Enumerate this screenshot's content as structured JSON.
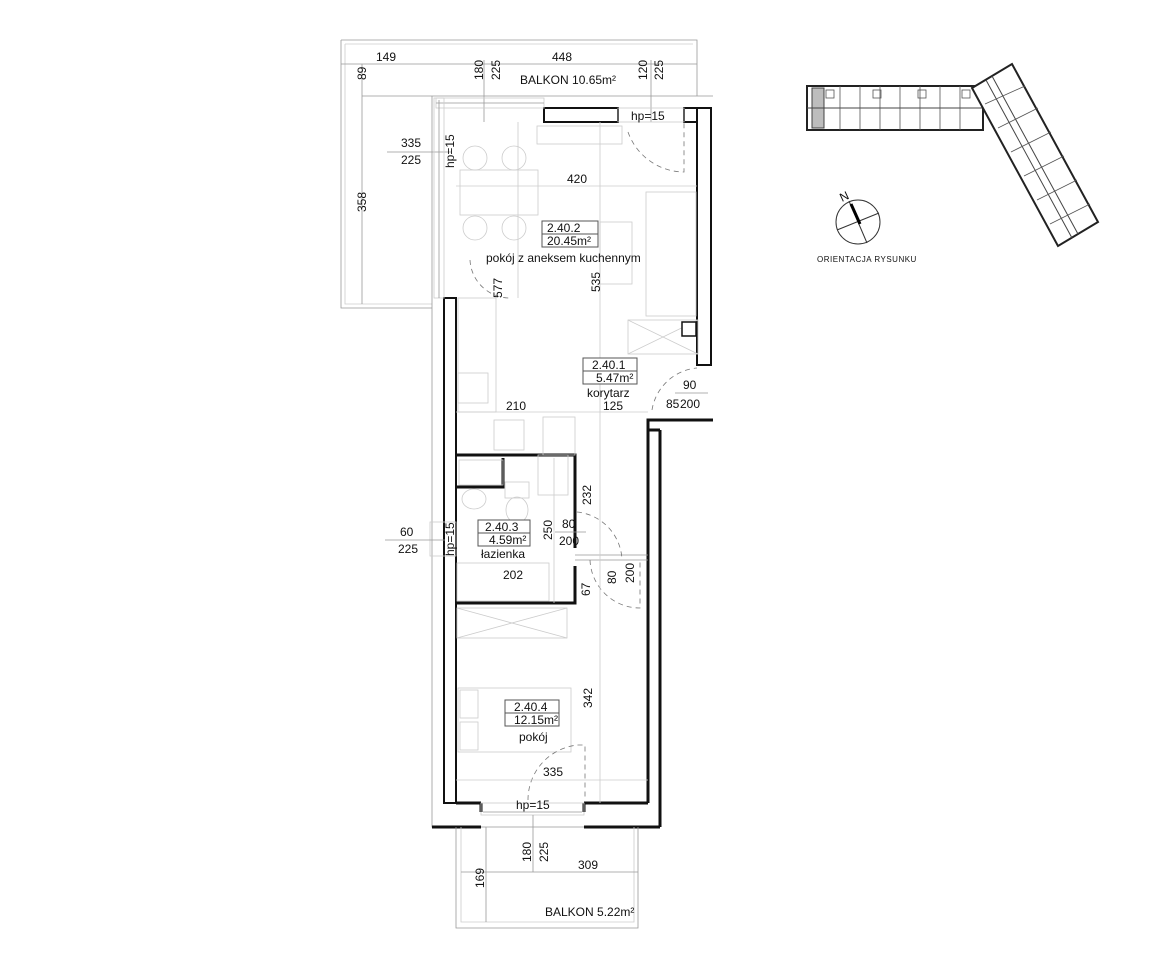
{
  "balcony_top": {
    "label": "BALKON 10.65m²",
    "dims": [
      "149",
      "448",
      "89",
      "180",
      "225",
      "120",
      "225",
      "335",
      "225",
      "358"
    ],
    "window_hp": "hp=15"
  },
  "top_window_hp": "hp=15",
  "rooms": [
    {
      "id": "2.40.2",
      "area": "20.45m²",
      "name": "pokój z aneksem kuchennym",
      "dims": [
        "420",
        "577",
        "535"
      ]
    },
    {
      "id": "2.40.1",
      "area": "5.47m²",
      "name": "korytarz",
      "dims": [
        "125",
        "210",
        "90",
        "200",
        "85"
      ]
    },
    {
      "id": "2.40.3",
      "area": "4.59m²",
      "name": "łazienka",
      "dims": [
        "232",
        "250",
        "80",
        "200",
        "202",
        "67",
        "80",
        "200",
        "60",
        "225"
      ],
      "window_hp": "hp=15"
    },
    {
      "id": "2.40.4",
      "area": "12.15m²",
      "name": "pokój",
      "dims": [
        "342",
        "335"
      ],
      "window_hp": "hp=15"
    }
  ],
  "balcony_bottom": {
    "label": "BALKON 5.22m²",
    "dims": [
      "180",
      "225",
      "309",
      "169"
    ]
  },
  "orientation": {
    "label": "ORIENTACJA RYSUNKU",
    "north": "N"
  },
  "colors": {
    "wall": "#111111",
    "highlight_unit": "#bdbdbd",
    "dim_lines": "#999999"
  }
}
